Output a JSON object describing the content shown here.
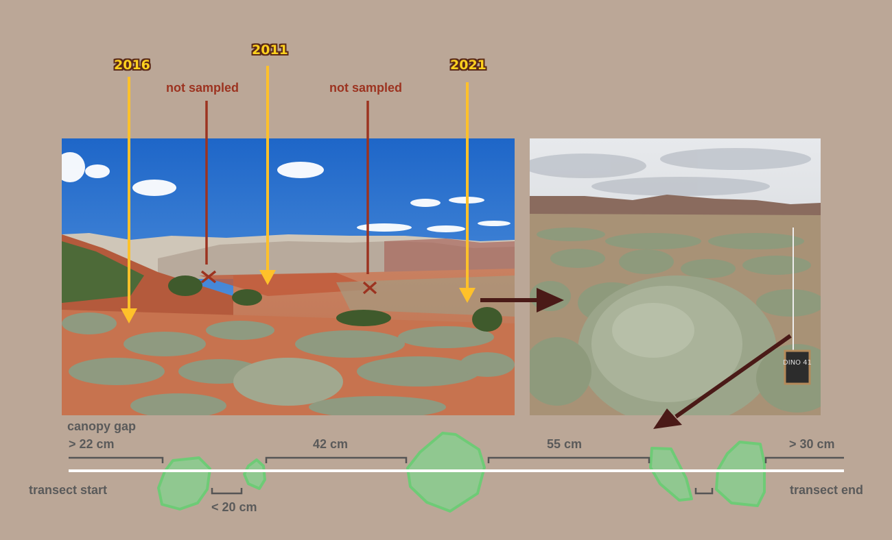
{
  "years": [
    "2016",
    "2011",
    "2021"
  ],
  "not_sampled": [
    "not sampled",
    "not sampled"
  ],
  "sign_text": "DINO 41",
  "canopy": {
    "title": "canopy gap",
    "gaps": [
      "> 22 cm",
      "42 cm",
      "55 cm",
      "> 30 cm",
      "< 20 cm"
    ],
    "start": "transect start",
    "end": "transect end"
  },
  "colors": {
    "background": "#bba797",
    "year_arrow": "#ffc12a",
    "not_sampled": "#9c3320",
    "dark_arrow": "#4a1a17",
    "canopy_fill": "#90c890",
    "canopy_stroke": "#6ecb76"
  }
}
